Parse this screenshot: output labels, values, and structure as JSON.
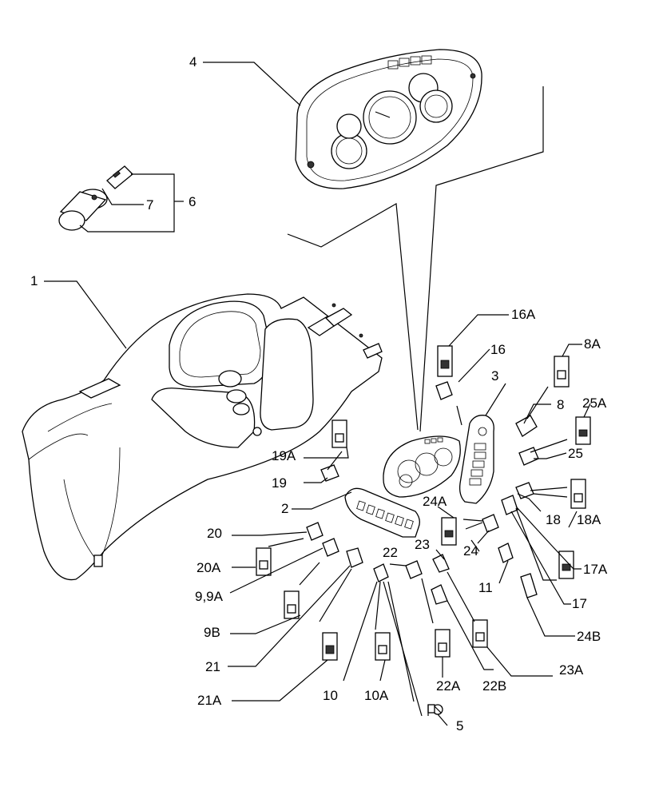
{
  "labels": {
    "l1": "1",
    "l2": "2",
    "l3": "3",
    "l4": "4",
    "l5": "5",
    "l6": "6",
    "l7": "7",
    "l8": "8",
    "l8A": "8A",
    "l9": "9,9A",
    "l9B": "9B",
    "l10": "10",
    "l10A": "10A",
    "l11": "11",
    "l16": "16",
    "l16A": "16A",
    "l17": "17",
    "l17A": "17A",
    "l18": "18",
    "l18A": "18A",
    "l19": "19",
    "l19A": "19A",
    "l20": "20",
    "l20A": "20A",
    "l21": "21",
    "l21A": "21A",
    "l22": "22",
    "l22A": "22A",
    "l22B": "22B",
    "l23": "23",
    "l23A": "23A",
    "l24": "24",
    "l24A": "24A",
    "l24B": "24B",
    "l25": "25",
    "l25A": "25A"
  }
}
